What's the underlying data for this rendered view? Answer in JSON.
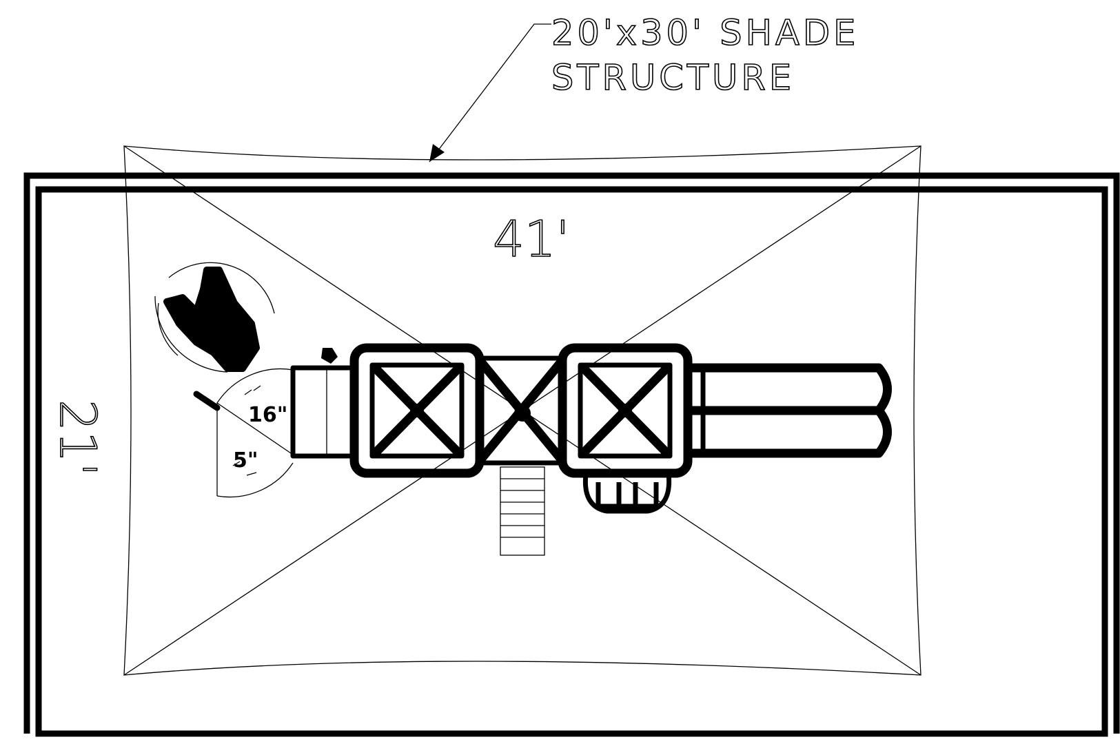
{
  "callout": {
    "line1": "20'x30' SHADE",
    "line2": "STRUCTURE"
  },
  "dimensions": {
    "length": "41'",
    "width": "21'"
  },
  "deck_heights": {
    "upper": "16\"",
    "lower": "5\""
  },
  "colors": {
    "line": "#000000",
    "background": "#ffffff"
  }
}
